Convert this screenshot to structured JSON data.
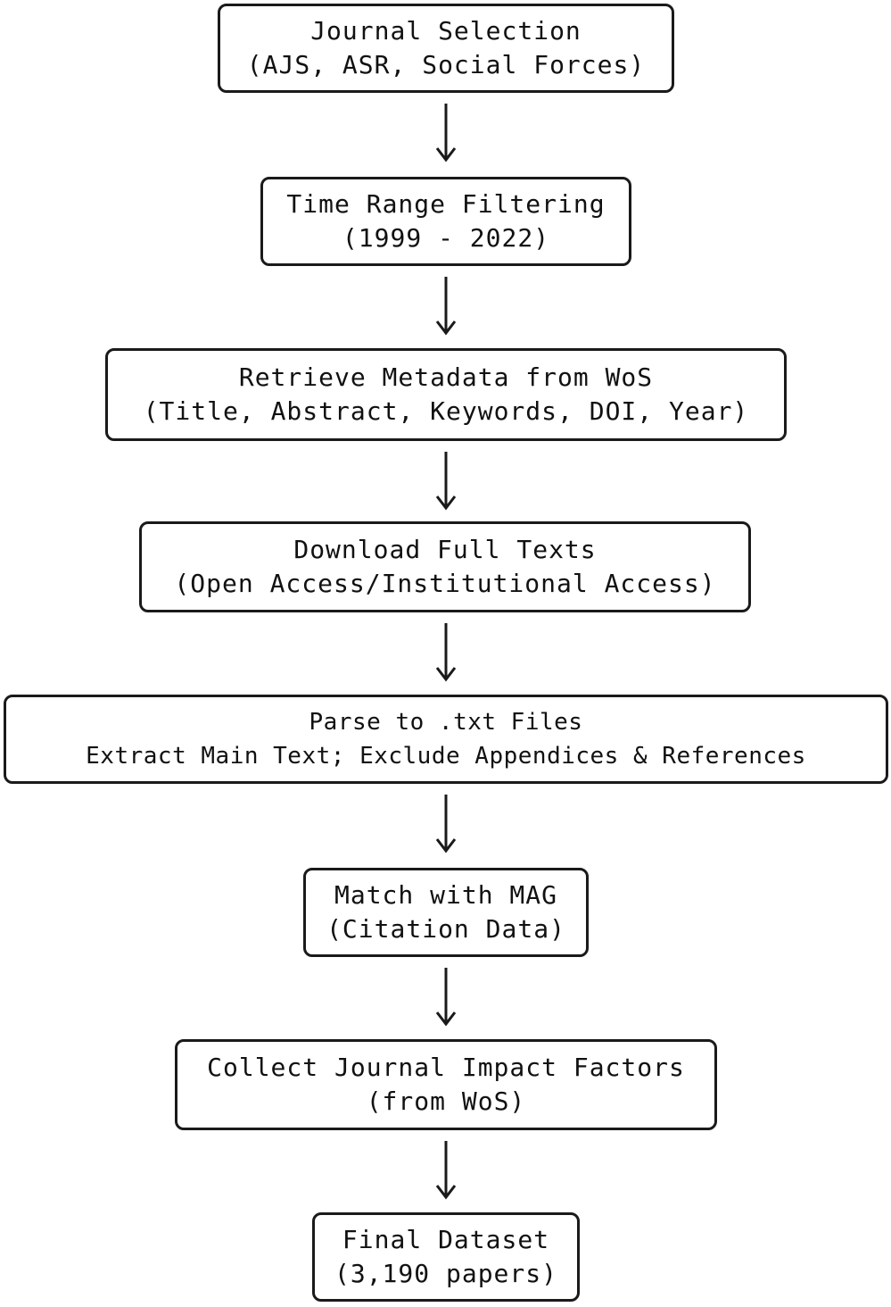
{
  "steps": [
    {
      "line1": "Journal Selection",
      "line2": "(AJS, ASR, Social Forces)"
    },
    {
      "line1": "Time Range Filtering",
      "line2": "(1999 - 2022)"
    },
    {
      "line1": "Retrieve Metadata from WoS",
      "line2": "(Title, Abstract, Keywords, DOI, Year)"
    },
    {
      "line1": "Download Full Texts",
      "line2": "(Open Access/Institutional Access)"
    },
    {
      "line1": "Parse to .txt Files",
      "line2": "Extract Main Text; Exclude Appendices & References"
    },
    {
      "line1": "Match with MAG",
      "line2": "(Citation Data)"
    },
    {
      "line1": "Collect Journal Impact Factors",
      "line2": "(from WoS)"
    },
    {
      "line1": "Final Dataset",
      "line2": "(3,190 papers)"
    }
  ],
  "colors": {
    "stroke": "#1a1a1a",
    "background": "#ffffff"
  }
}
